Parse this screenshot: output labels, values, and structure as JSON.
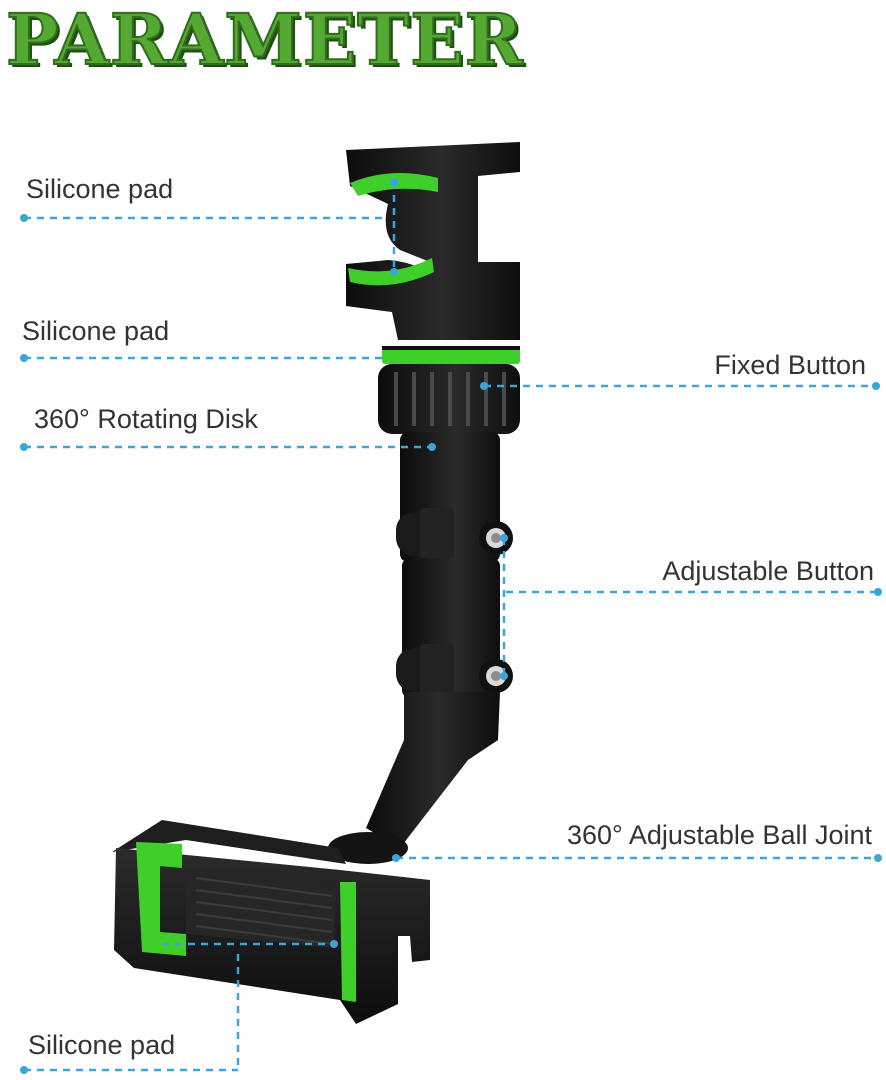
{
  "title": "PARAMETER",
  "labels": {
    "silicone_pad_top": "Silicone pad",
    "silicone_pad_mid": "Silicone pad",
    "rotating_disk": "360° Rotating Disk",
    "fixed_button": "Fixed Button",
    "adjustable_button": "Adjustable Button",
    "ball_joint": "360° Adjustable Ball Joint",
    "silicone_pad_bottom": "Silicone pad"
  },
  "colors": {
    "accent_green": "#3fcf2a",
    "leader_line": "#3aa6d8",
    "body_black": "#151515",
    "label_text": "#333333"
  }
}
